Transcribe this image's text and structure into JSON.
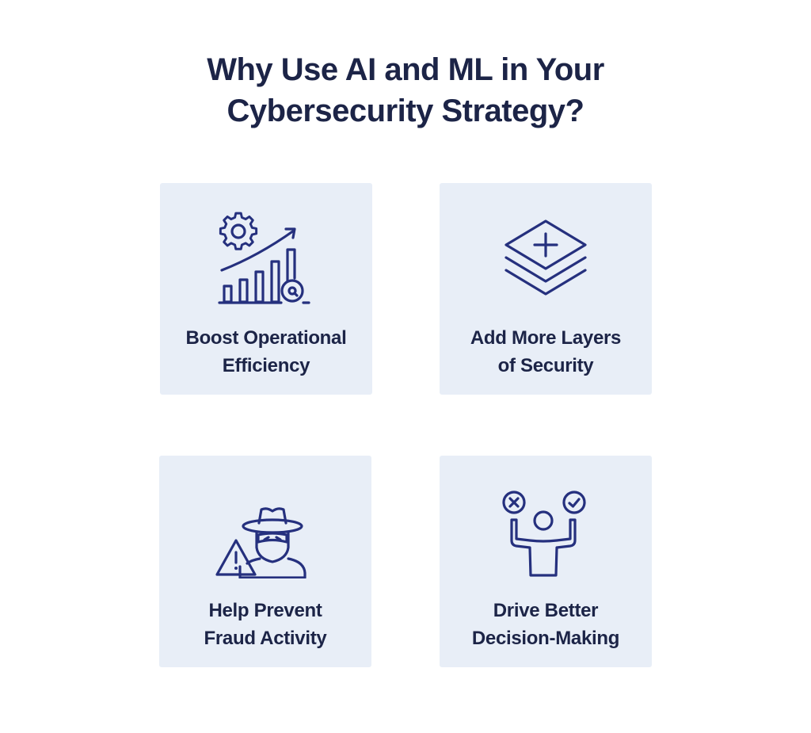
{
  "title": {
    "line1": "Why Use AI and ML in Your",
    "line2": "Cybersecurity Strategy?"
  },
  "colors": {
    "text": "#1c2447",
    "icon_stroke": "#25307e",
    "card_bg": "#e8eef7",
    "page_bg": "#ffffff"
  },
  "cards": [
    {
      "icon": "gear-growth-chart-icon",
      "label_line1": "Boost Operational",
      "label_line2": "Efficiency"
    },
    {
      "icon": "stacked-layers-plus-icon",
      "label_line1": "Add More Layers",
      "label_line2": "of Security"
    },
    {
      "icon": "masked-fraudster-warning-icon",
      "label_line1": "Help Prevent",
      "label_line2": "Fraud Activity"
    },
    {
      "icon": "person-choice-check-cross-icon",
      "label_line1": "Drive Better",
      "label_line2": "Decision-Making"
    }
  ]
}
